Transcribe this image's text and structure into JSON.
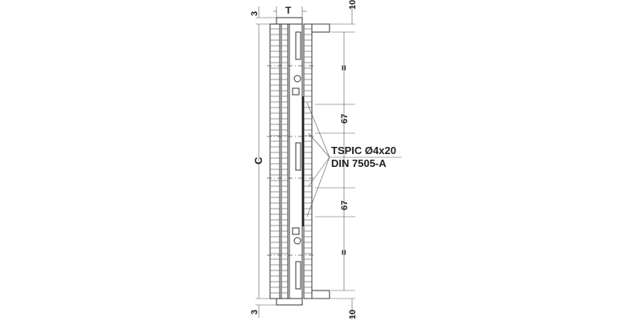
{
  "drawing": {
    "dimensions": {
      "top_gap": "3",
      "bottom_gap": "3",
      "depth": "T",
      "height": "C",
      "top_offset": "10",
      "bottom_offset": "10",
      "equal_top": "=",
      "equal_bottom": "=",
      "spacing_top": "67",
      "spacing_bottom": "67"
    },
    "callout": {
      "line1": "TSPIC Ø4x20",
      "line2": "DIN 7505-A"
    },
    "line_color": "#333333"
  }
}
